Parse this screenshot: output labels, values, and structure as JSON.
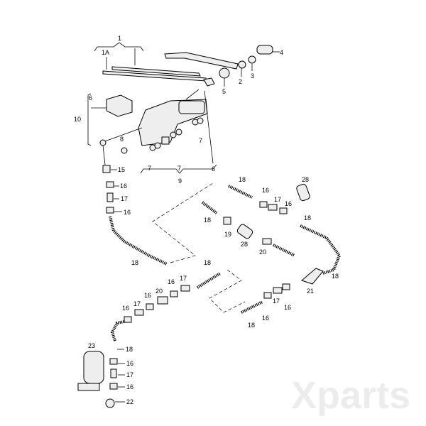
{
  "watermark": "Xparts",
  "labels": [
    "1",
    "1A",
    "4",
    "2",
    "3",
    "5",
    "6",
    "10",
    "8",
    "7",
    "7",
    "7",
    "6",
    "9",
    "15",
    "16",
    "17",
    "16",
    "18",
    "18",
    "16",
    "17",
    "16",
    "28",
    "18",
    "18",
    "19",
    "28",
    "20",
    "18",
    "21",
    "18",
    "17",
    "16",
    "20",
    "16",
    "17",
    "16",
    "16",
    "17",
    "16",
    "18",
    "23",
    "18",
    "16",
    "17",
    "16",
    "22"
  ]
}
